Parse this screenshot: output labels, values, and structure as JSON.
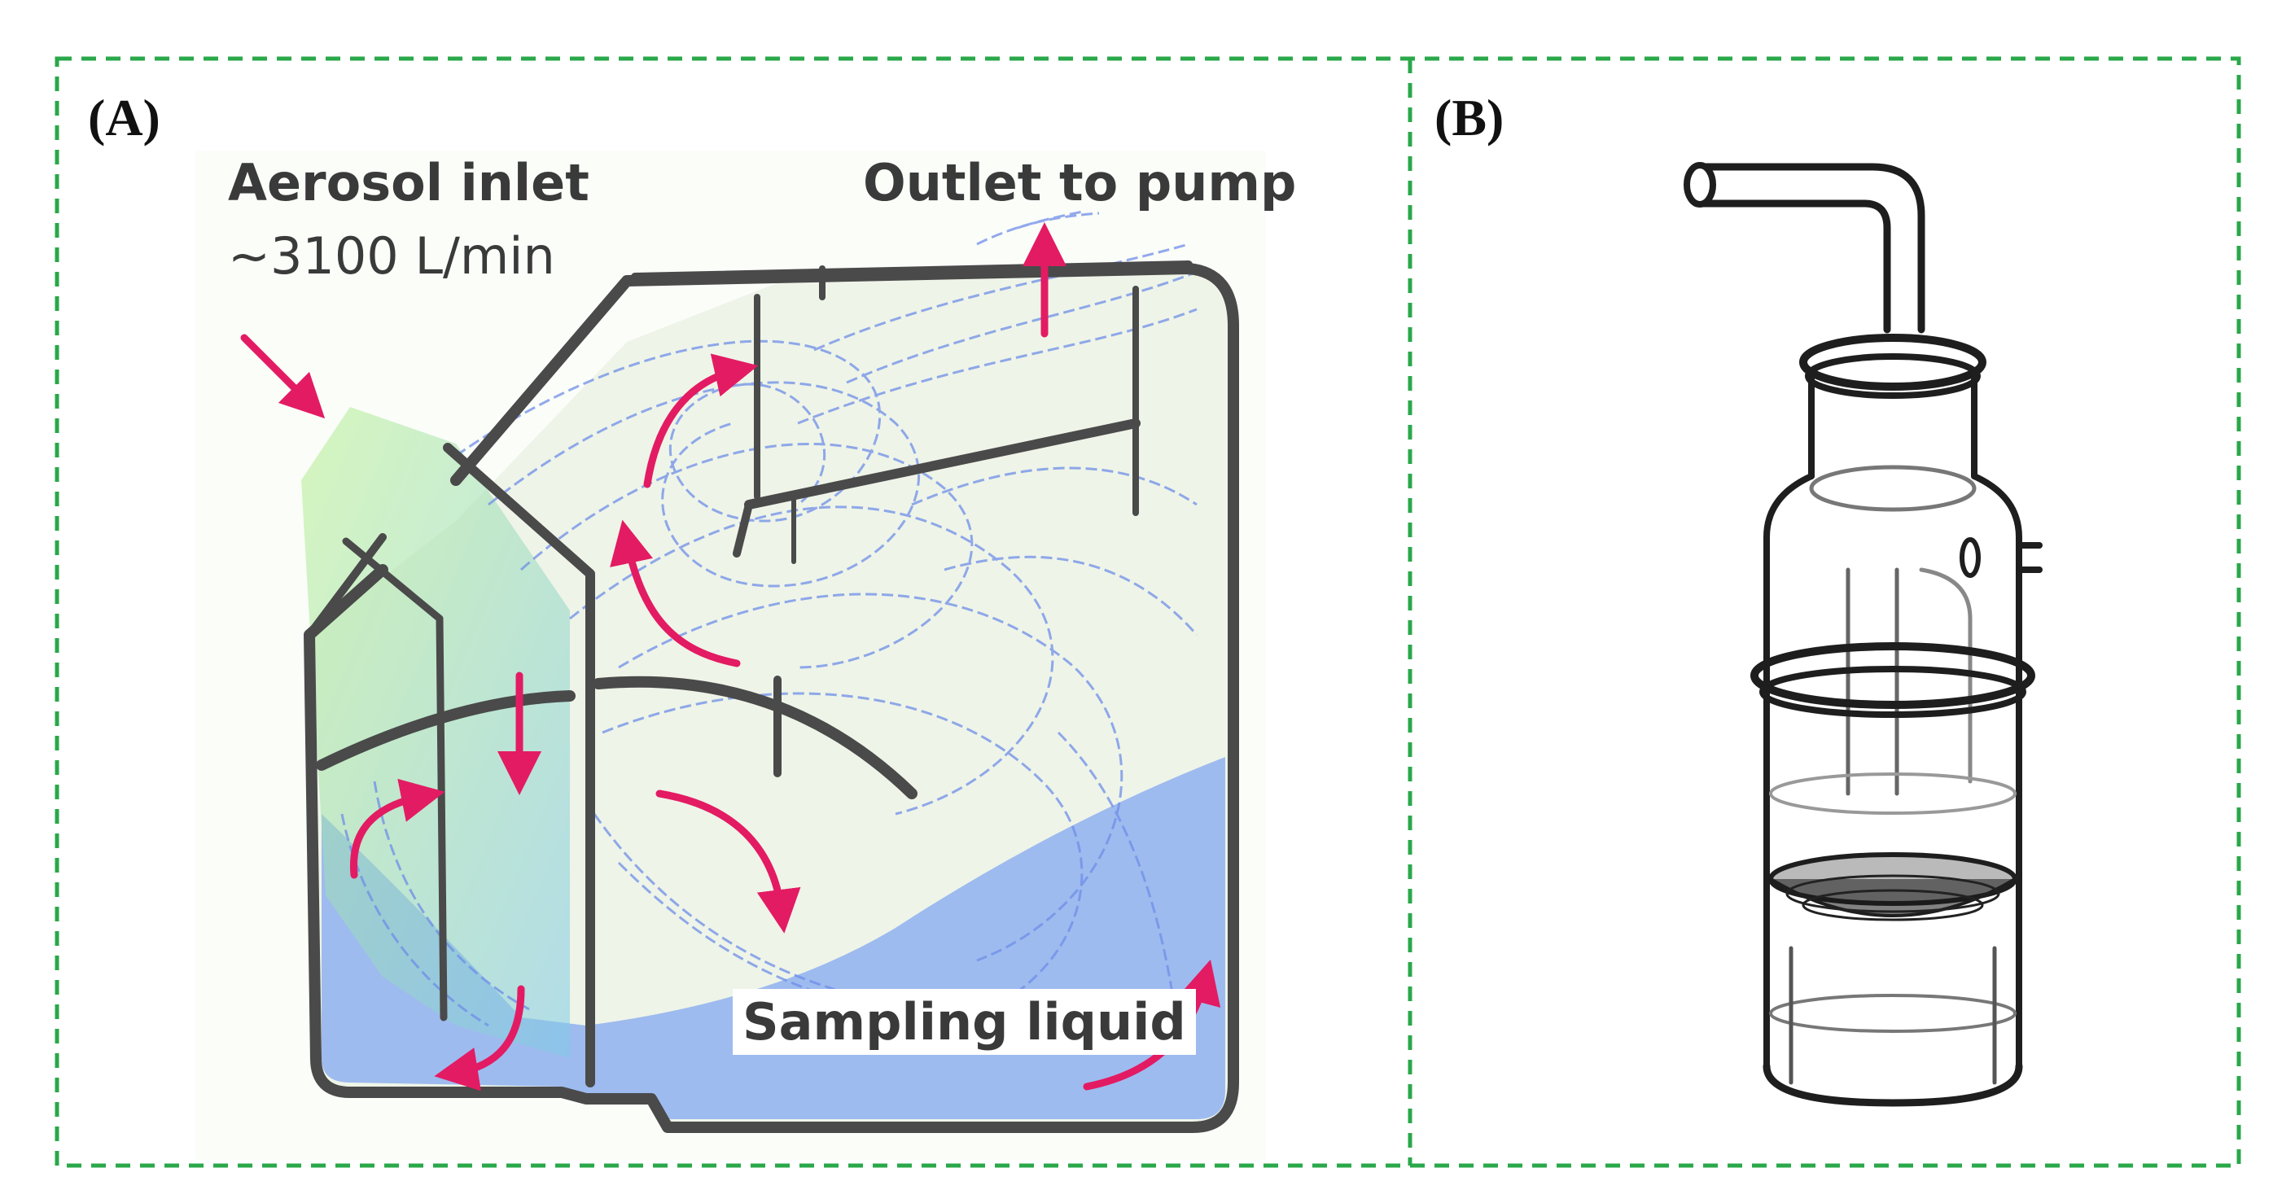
{
  "figure": {
    "panel_a": {
      "letter": "(A)",
      "labels": {
        "inlet_title": "Aerosol inlet",
        "inlet_flow": "~3100 L/min",
        "outlet": "Outlet to pump",
        "liquid": "Sampling liquid"
      }
    },
    "panel_b": {
      "letter": "(B)"
    },
    "colors": {
      "frame_border": "#2aa84a",
      "arrow": "#e31b63",
      "streamline": "#6f8ee8",
      "inlet_stream": "#8fe07a",
      "liquid": "#8fb0f0",
      "wall": "#4a4a4a",
      "chamber_fill": "#eef4e8"
    }
  }
}
